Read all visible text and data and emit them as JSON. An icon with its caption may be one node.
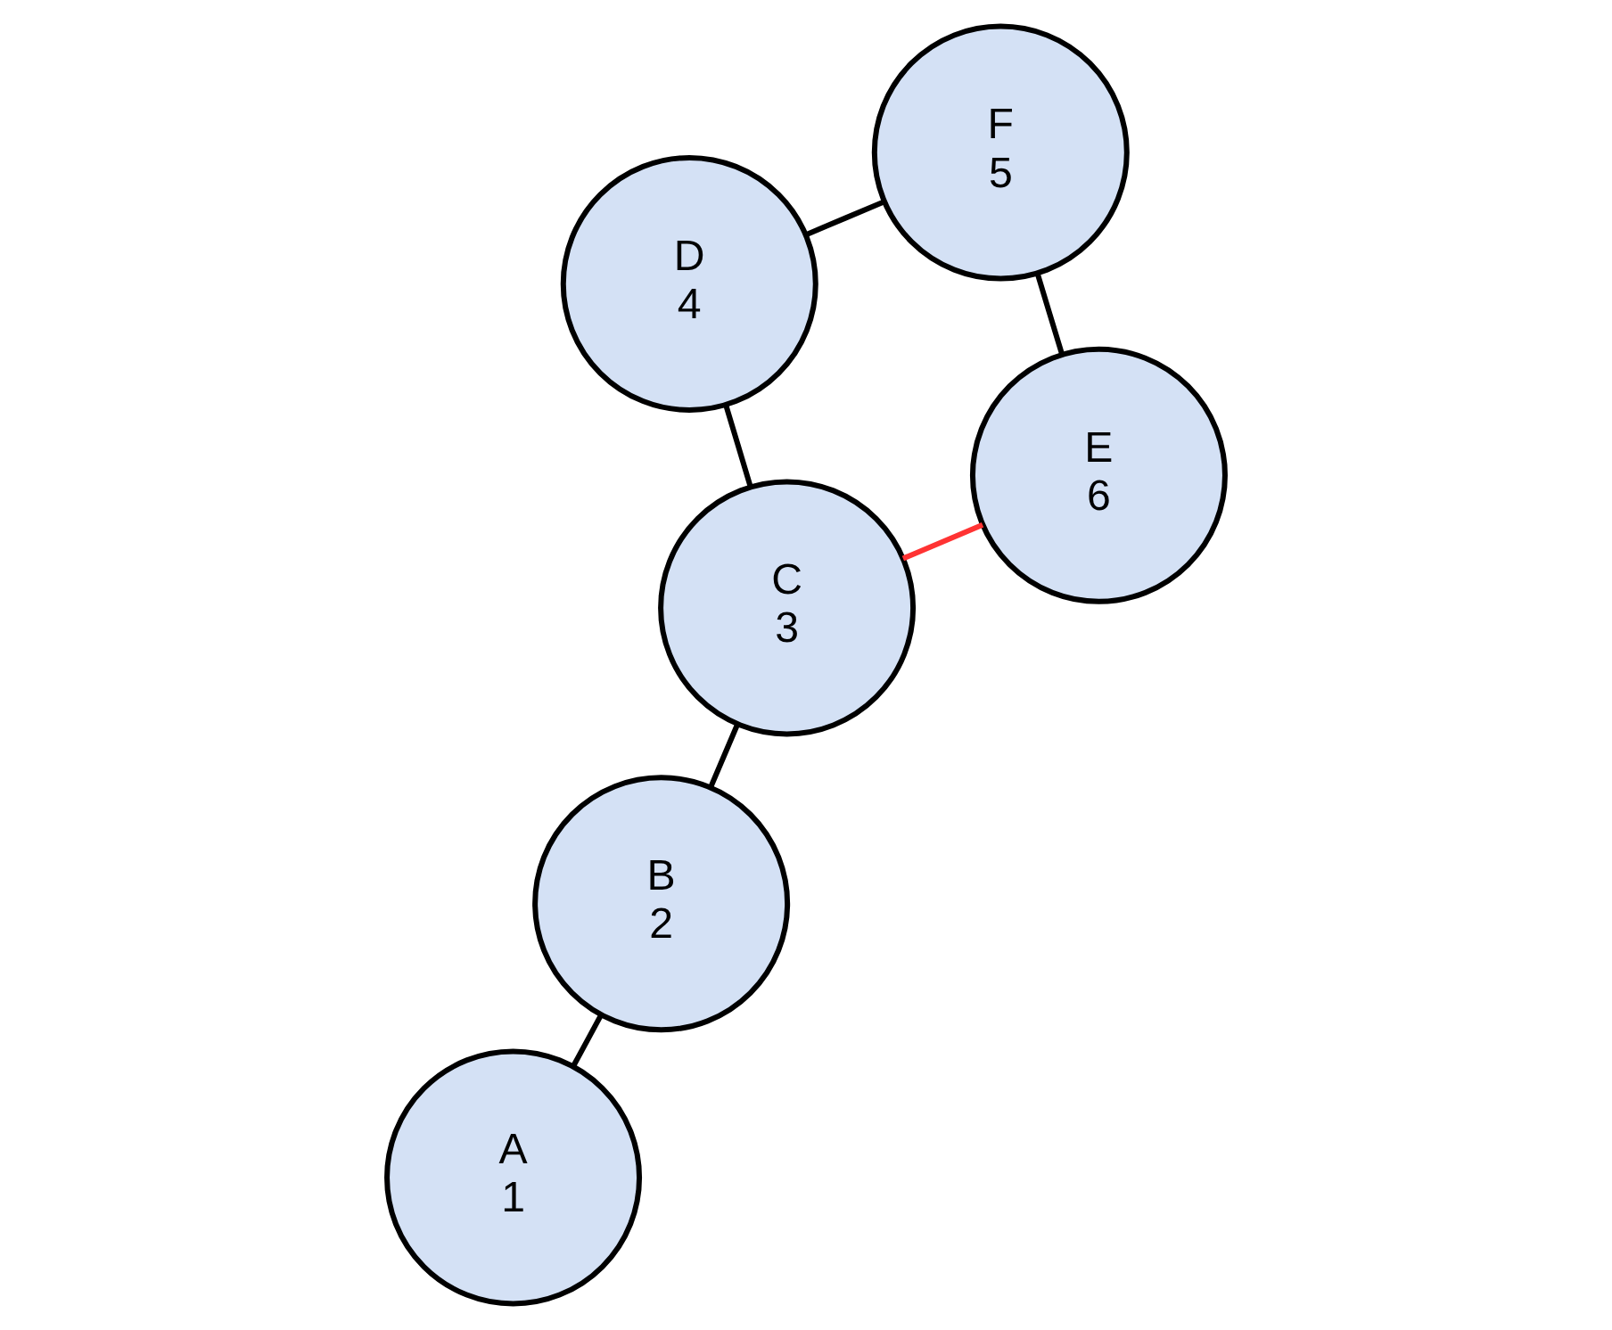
{
  "diagram": {
    "nodes": [
      {
        "text": [
          "A",
          "1"
        ]
      },
      {
        "text": [
          "B",
          "2"
        ]
      },
      {
        "text": [
          "C",
          "3"
        ]
      },
      {
        "text": [
          "D",
          "4"
        ]
      },
      {
        "text": [
          "F",
          "5"
        ]
      },
      {
        "text": [
          "E",
          "6"
        ]
      }
    ],
    "edges": [
      {
        "from": 0,
        "to": 1,
        "arrow": "none"
      },
      {
        "from": 1,
        "to": 2,
        "arrow": "none"
      },
      {
        "from": 2,
        "to": 3,
        "arrow": "none"
      },
      {
        "from": 3,
        "to": 4,
        "arrow": "none"
      },
      {
        "from": 4,
        "to": 5,
        "arrow": "none"
      },
      {
        "from": 2,
        "to": 5,
        "arrow": "none",
        "color": "#ff3333"
      }
    ]
  }
}
